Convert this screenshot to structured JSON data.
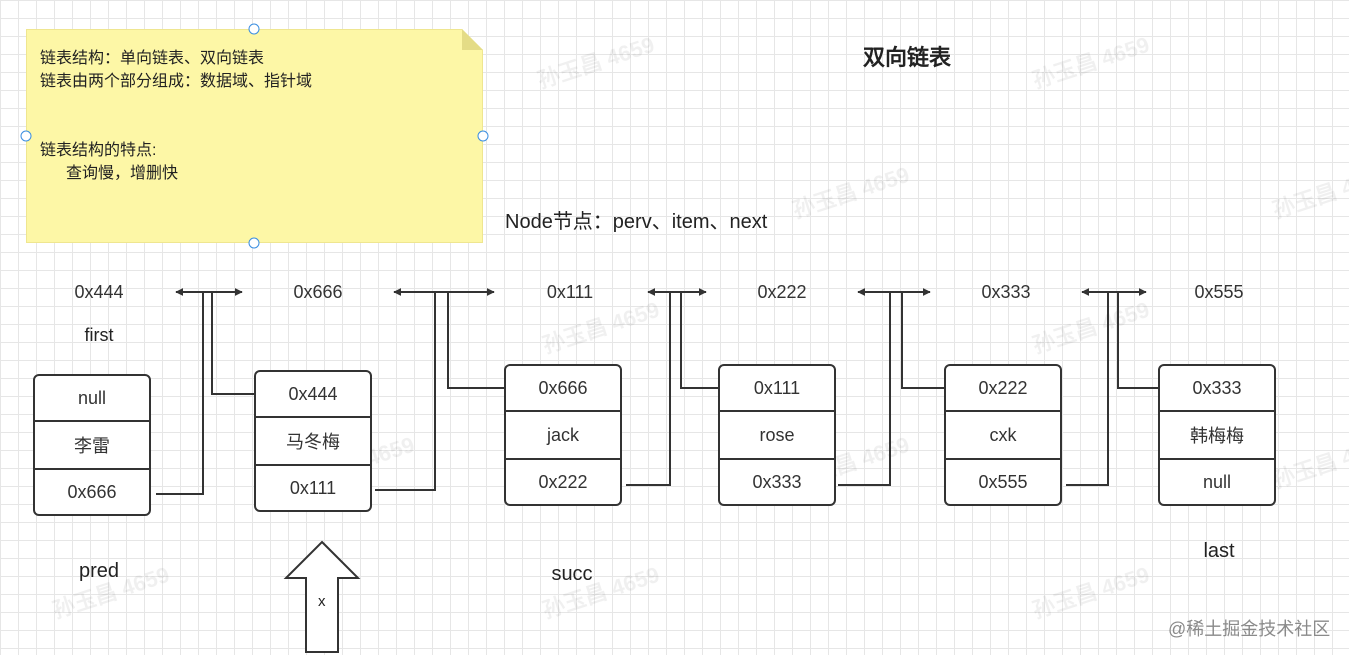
{
  "note": {
    "lines": [
      "链表结构：单向链表、双向链表",
      "链表由两个部分组成：数据域、指针域",
      "链表结构的特点:",
      "查询慢，增删快"
    ]
  },
  "title": "双向链表",
  "subtitle": "Node节点：perv、item、next",
  "addresses": [
    "0x444",
    "0x666",
    "0x111",
    "0x222",
    "0x333",
    "0x555"
  ],
  "nodes": [
    {
      "prev": "null",
      "item": "李雷",
      "next": "0x666"
    },
    {
      "prev": "0x444",
      "item": "马冬梅",
      "next": "0x111"
    },
    {
      "prev": "0x666",
      "item": "jack",
      "next": "0x222"
    },
    {
      "prev": "0x111",
      "item": "rose",
      "next": "0x333"
    },
    {
      "prev": "0x222",
      "item": "cxk",
      "next": "0x555"
    },
    {
      "prev": "0x333",
      "item": "韩梅梅",
      "next": "null"
    }
  ],
  "labels": {
    "first": "first",
    "pred": "pred",
    "succ": "succ",
    "last": "last",
    "x": "x"
  },
  "watermark": "孙玉昌 4659",
  "credit": "@稀土掘金技术社区",
  "colors": {
    "note_bg": "#fdf7a6",
    "selection_handle": "#3b8ee0",
    "stroke": "#333333"
  }
}
